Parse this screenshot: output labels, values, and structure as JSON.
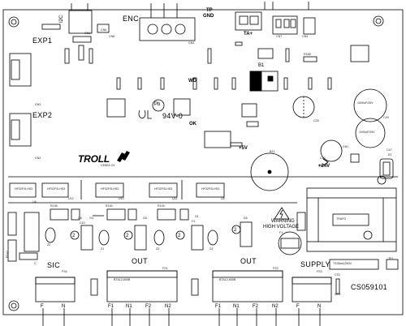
{
  "connectors": {
    "exp1": "EXP1",
    "exp2": "EXP2",
    "enc": "ENC",
    "tp_gnd": [
      "TP",
      "GND"
    ],
    "ta_plus": "TA+",
    "i2c": "I2C"
  },
  "logo": {
    "brand": "TROLL",
    "sub": "CE6EA V3"
  },
  "markings": {
    "pb": "Pb",
    "rating": "94V-0",
    "wd": "WD",
    "ok": "OK",
    "plus5v": "+5V",
    "plus24v": "+24V",
    "warning_line1": "WARNING",
    "warning_line2": "HIGH VOLTAGE",
    "part_number": "CS059101"
  },
  "refs": {
    "cn8": "CN8",
    "cn3": "CN3",
    "cn2": "CN2",
    "cn5": "CN5",
    "cn6": "CN6",
    "cn7": "CN7",
    "cn4": "CN4",
    "cn1": "CN1",
    "b1": "B1",
    "r168": "R168",
    "c25": "C25",
    "c49": "C49",
    "c47": "C47",
    "c42": "C42",
    "e2": "E2",
    "bz1": "BZ1",
    "u4": "U4",
    "u12": "U12",
    "u10": "U10",
    "u11": "U11",
    "u5": "U5",
    "r136": "R136",
    "r140": "R140",
    "r139": "R139",
    "c6": "C6",
    "c10": "C10",
    "c1": "C1",
    "z1": "Z1",
    "z2": "Z2",
    "z3": "Z3",
    "z4": "Z4",
    "z5": "Z5",
    "r142": "R142",
    "c": "C",
    "fs4": "FS4",
    "fs1": "FS1",
    "fs2": "FS2",
    "fs3": "FS3",
    "fs": "FS",
    "tf1": "TF1",
    "cs1": "CS1",
    "f1": "F1",
    "d5": "D5",
    "g6": "G6",
    "g1": "G1",
    "g4": "G4",
    "w": "W",
    "wb1": "WB1"
  },
  "sections": {
    "sic": "SIC",
    "out1": "OUT",
    "out2": "OUT",
    "supply": "SUPPLY"
  },
  "terminals": {
    "sic": [
      "F",
      "N"
    ],
    "out1": [
      "F1",
      "N1",
      "F2",
      "N2"
    ],
    "out2": [
      "F1",
      "N1",
      "F2",
      "N2"
    ],
    "supply": [
      "F",
      "N"
    ]
  },
  "component_notes": {
    "relay_label": "HF32F/5-HS3",
    "triac_label": "BTA12-600B",
    "trafo_label": "TRAFO",
    "cap_label": "1000uF/25V",
    "fuse_label": "T315mA/250V"
  }
}
